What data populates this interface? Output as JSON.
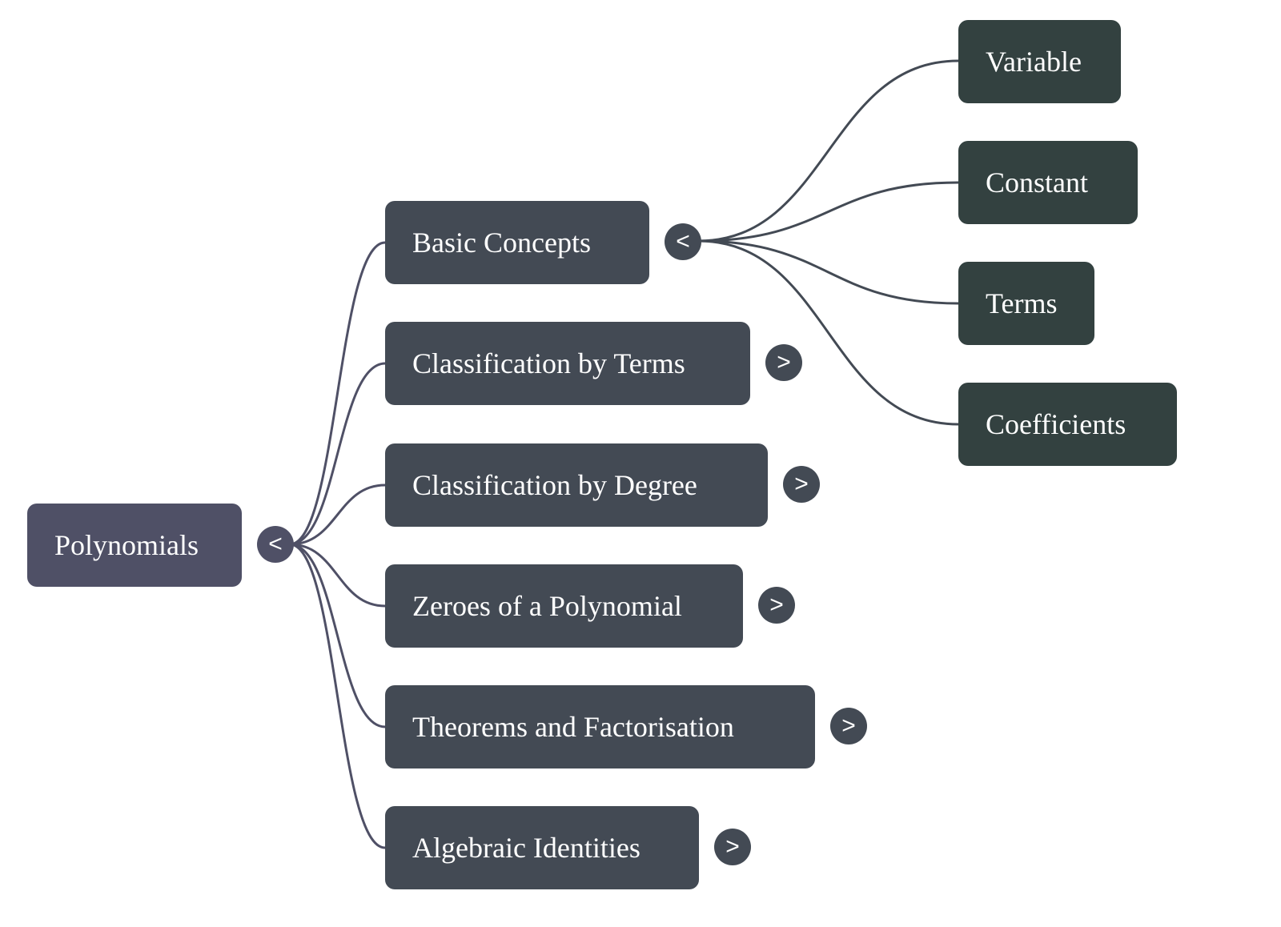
{
  "mindmap": {
    "root": {
      "label": "Polynomials",
      "toggle": "<",
      "expanded": true
    },
    "branches": [
      {
        "label": "Basic Concepts",
        "toggle": "<",
        "expanded": true,
        "children": [
          {
            "label": "Variable"
          },
          {
            "label": "Constant"
          },
          {
            "label": "Terms"
          },
          {
            "label": "Coefficients"
          }
        ]
      },
      {
        "label": "Classification by Terms",
        "toggle": ">",
        "expanded": false
      },
      {
        "label": "Classification by Degree",
        "toggle": ">",
        "expanded": false
      },
      {
        "label": "Zeroes of a Polynomial",
        "toggle": ">",
        "expanded": false
      },
      {
        "label": "Theorems and Factorisation",
        "toggle": ">",
        "expanded": false
      },
      {
        "label": "Algebraic Identities",
        "toggle": ">",
        "expanded": false
      }
    ]
  },
  "colors": {
    "root": "#4f5066",
    "level1": "#434a54",
    "level2": "#334140",
    "root_edge": "#4f5066",
    "level1_edge": "#434a54"
  }
}
